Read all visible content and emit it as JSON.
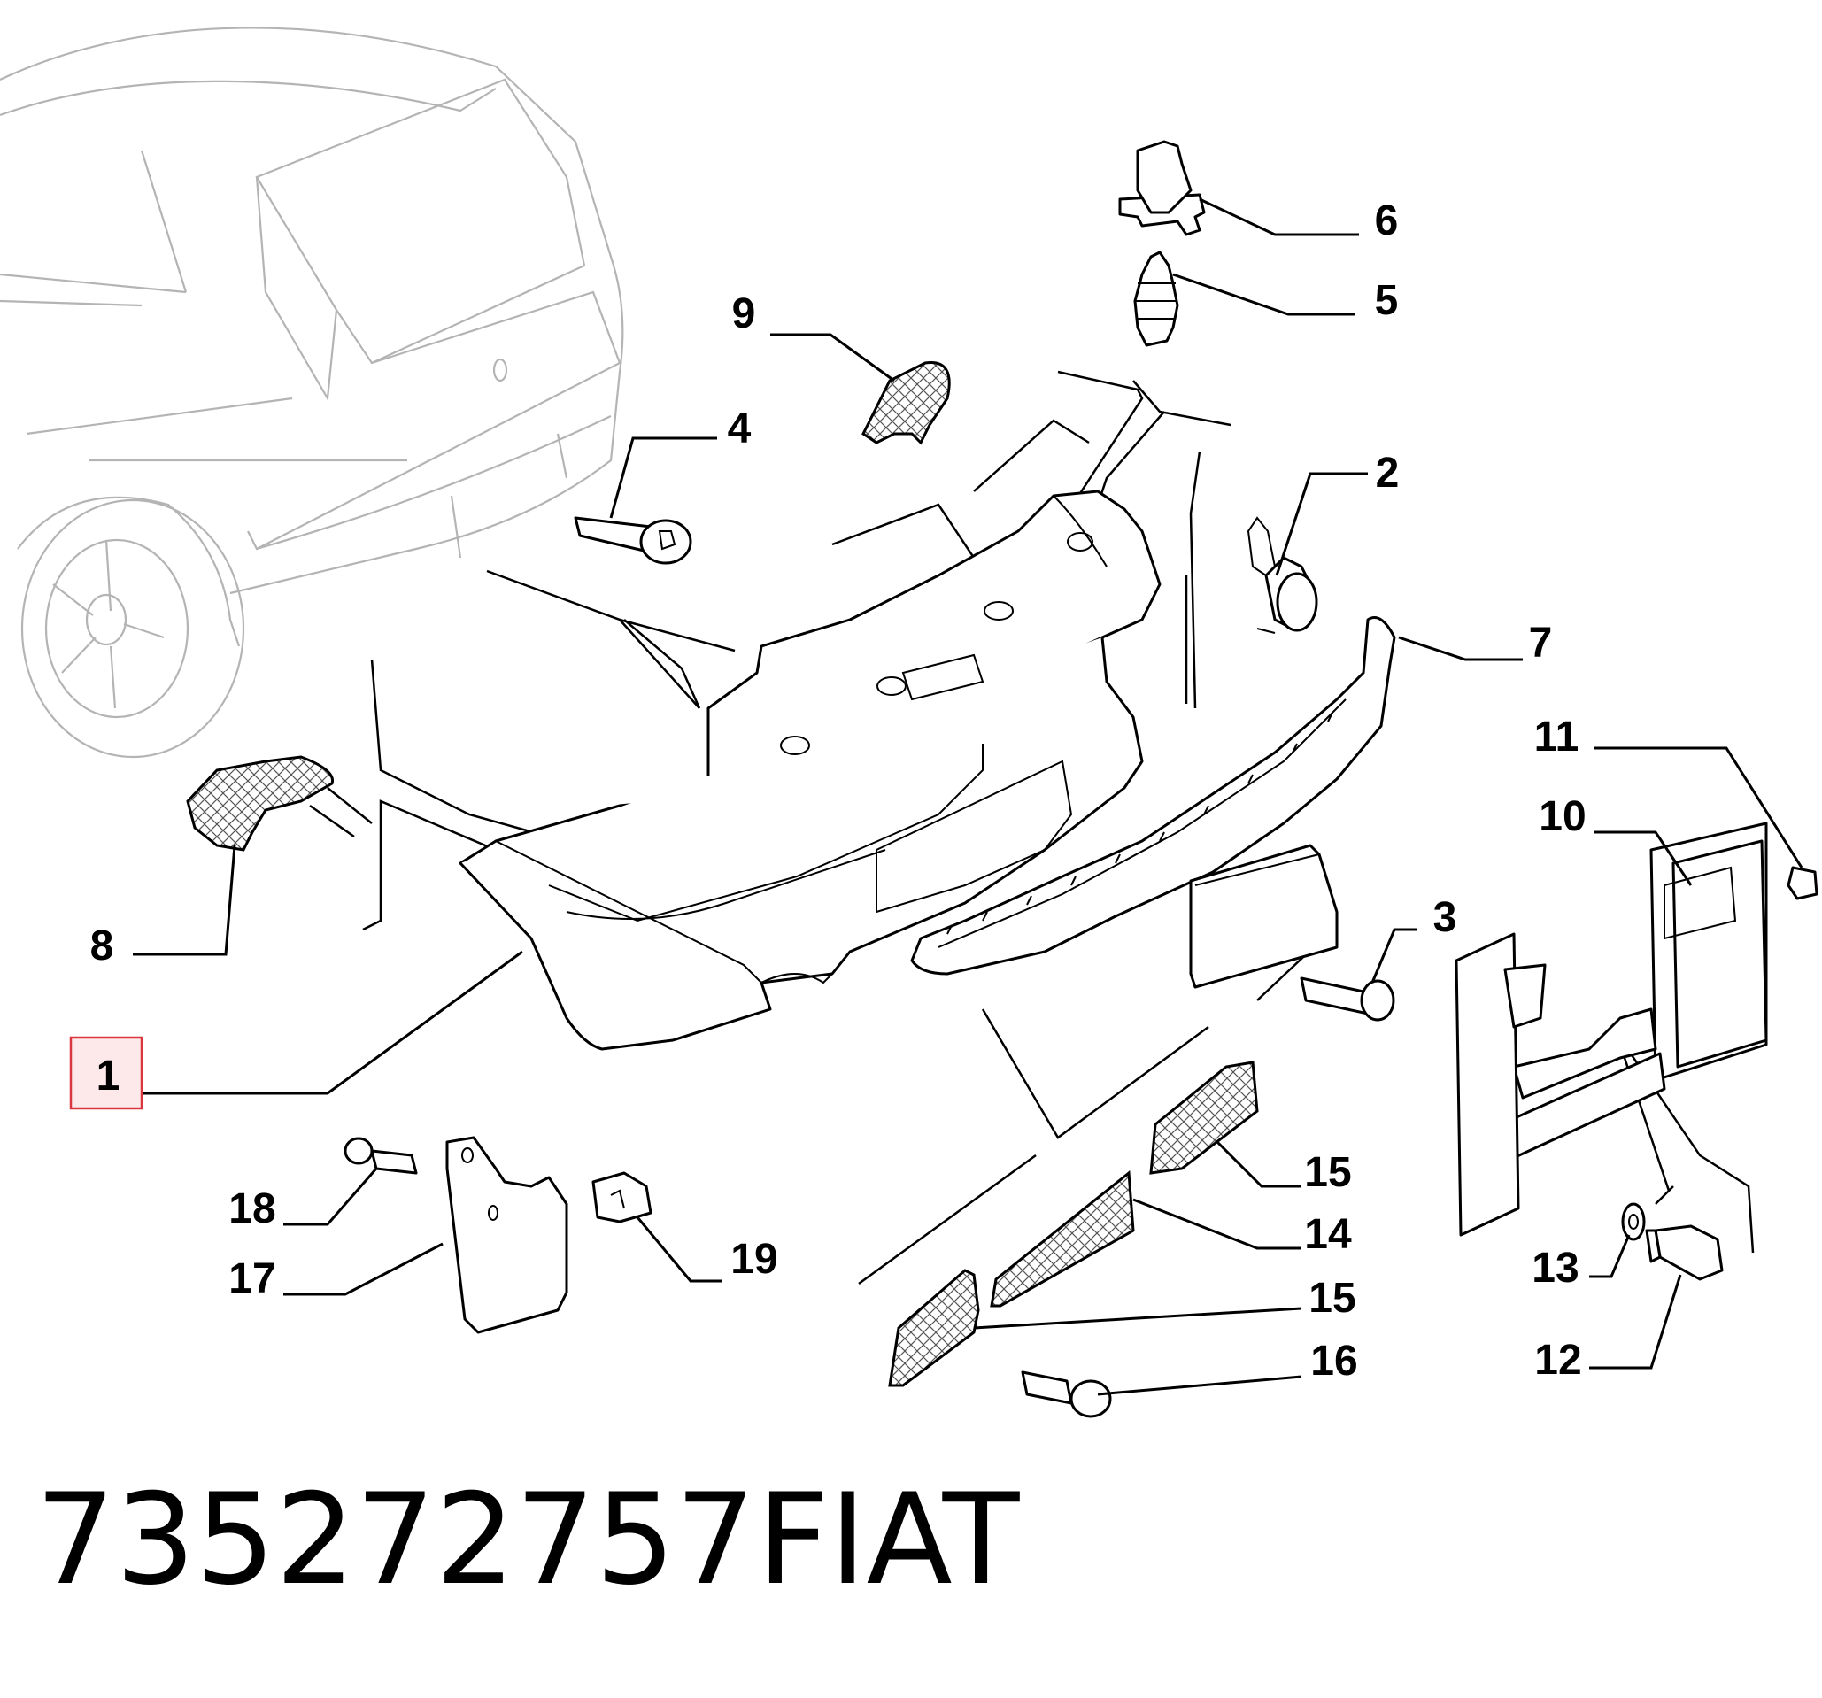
{
  "diagram": {
    "callouts": [
      {
        "label": "1",
        "highlighted": true
      },
      {
        "label": "2"
      },
      {
        "label": "3"
      },
      {
        "label": "4"
      },
      {
        "label": "5"
      },
      {
        "label": "6"
      },
      {
        "label": "7"
      },
      {
        "label": "8"
      },
      {
        "label": "9"
      },
      {
        "label": "10"
      },
      {
        "label": "11"
      },
      {
        "label": "12"
      },
      {
        "label": "13"
      },
      {
        "label": "14"
      },
      {
        "label": "15"
      },
      {
        "label": "15"
      },
      {
        "label": "16"
      },
      {
        "label": "17"
      },
      {
        "label": "18"
      },
      {
        "label": "19"
      }
    ],
    "highlight_color": "#d9363e",
    "highlight_fill": "#fde8ea"
  },
  "caption": {
    "part_number": "735272757",
    "brand": "FIAT"
  }
}
